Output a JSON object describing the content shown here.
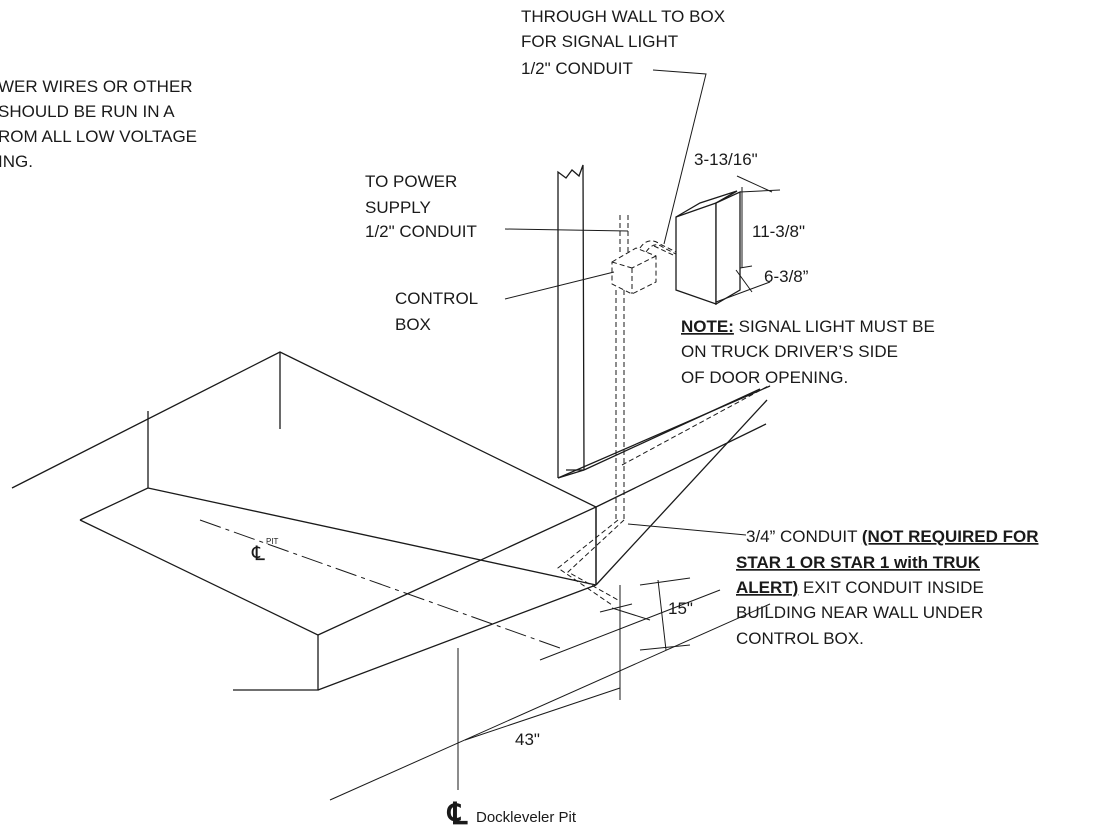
{
  "notes": {
    "top_left": [
      "WER WIRES OR OTHER",
      "SHOULD BE RUN IN A",
      "ROM ALL LOW VOLTAGE",
      "ING."
    ],
    "through_wall": [
      "THROUGH WALL TO BOX",
      "FOR SIGNAL LIGHT",
      "1/2\" CONDUIT"
    ],
    "power_supply": [
      "TO POWER",
      "SUPPLY",
      "1/2\" CONDUIT"
    ],
    "control_box": [
      "CONTROL",
      "BOX"
    ],
    "signal_note": {
      "heading": "NOTE:",
      "line1": " SIGNAL LIGHT MUST BE",
      "line2": "ON TRUCK DRIVER’S SIDE",
      "line3": "OF DOOR OPENING."
    },
    "conduit_34": {
      "prefix": "3/4” CONDUIT ",
      "bold1": "(NOT REQUIRED FOR",
      "bold2": "STAR 1 OR STAR 1 with TRUK",
      "bold3": "ALERT)",
      "rest1": " EXIT CONDUIT INSIDE",
      "rest2": "BUILDING NEAR WALL UNDER",
      "rest3": "CONTROL BOX."
    }
  },
  "dimensions": {
    "depth": "3-13/16\"",
    "height": "11-3/8\"",
    "width": "6-3/8”",
    "vertical": "15\"",
    "horizontal": "43\""
  },
  "pit": {
    "centerline_symbol": "℄",
    "centerline_label": "Dockleveler Pit",
    "pit_mark": "PIT"
  }
}
